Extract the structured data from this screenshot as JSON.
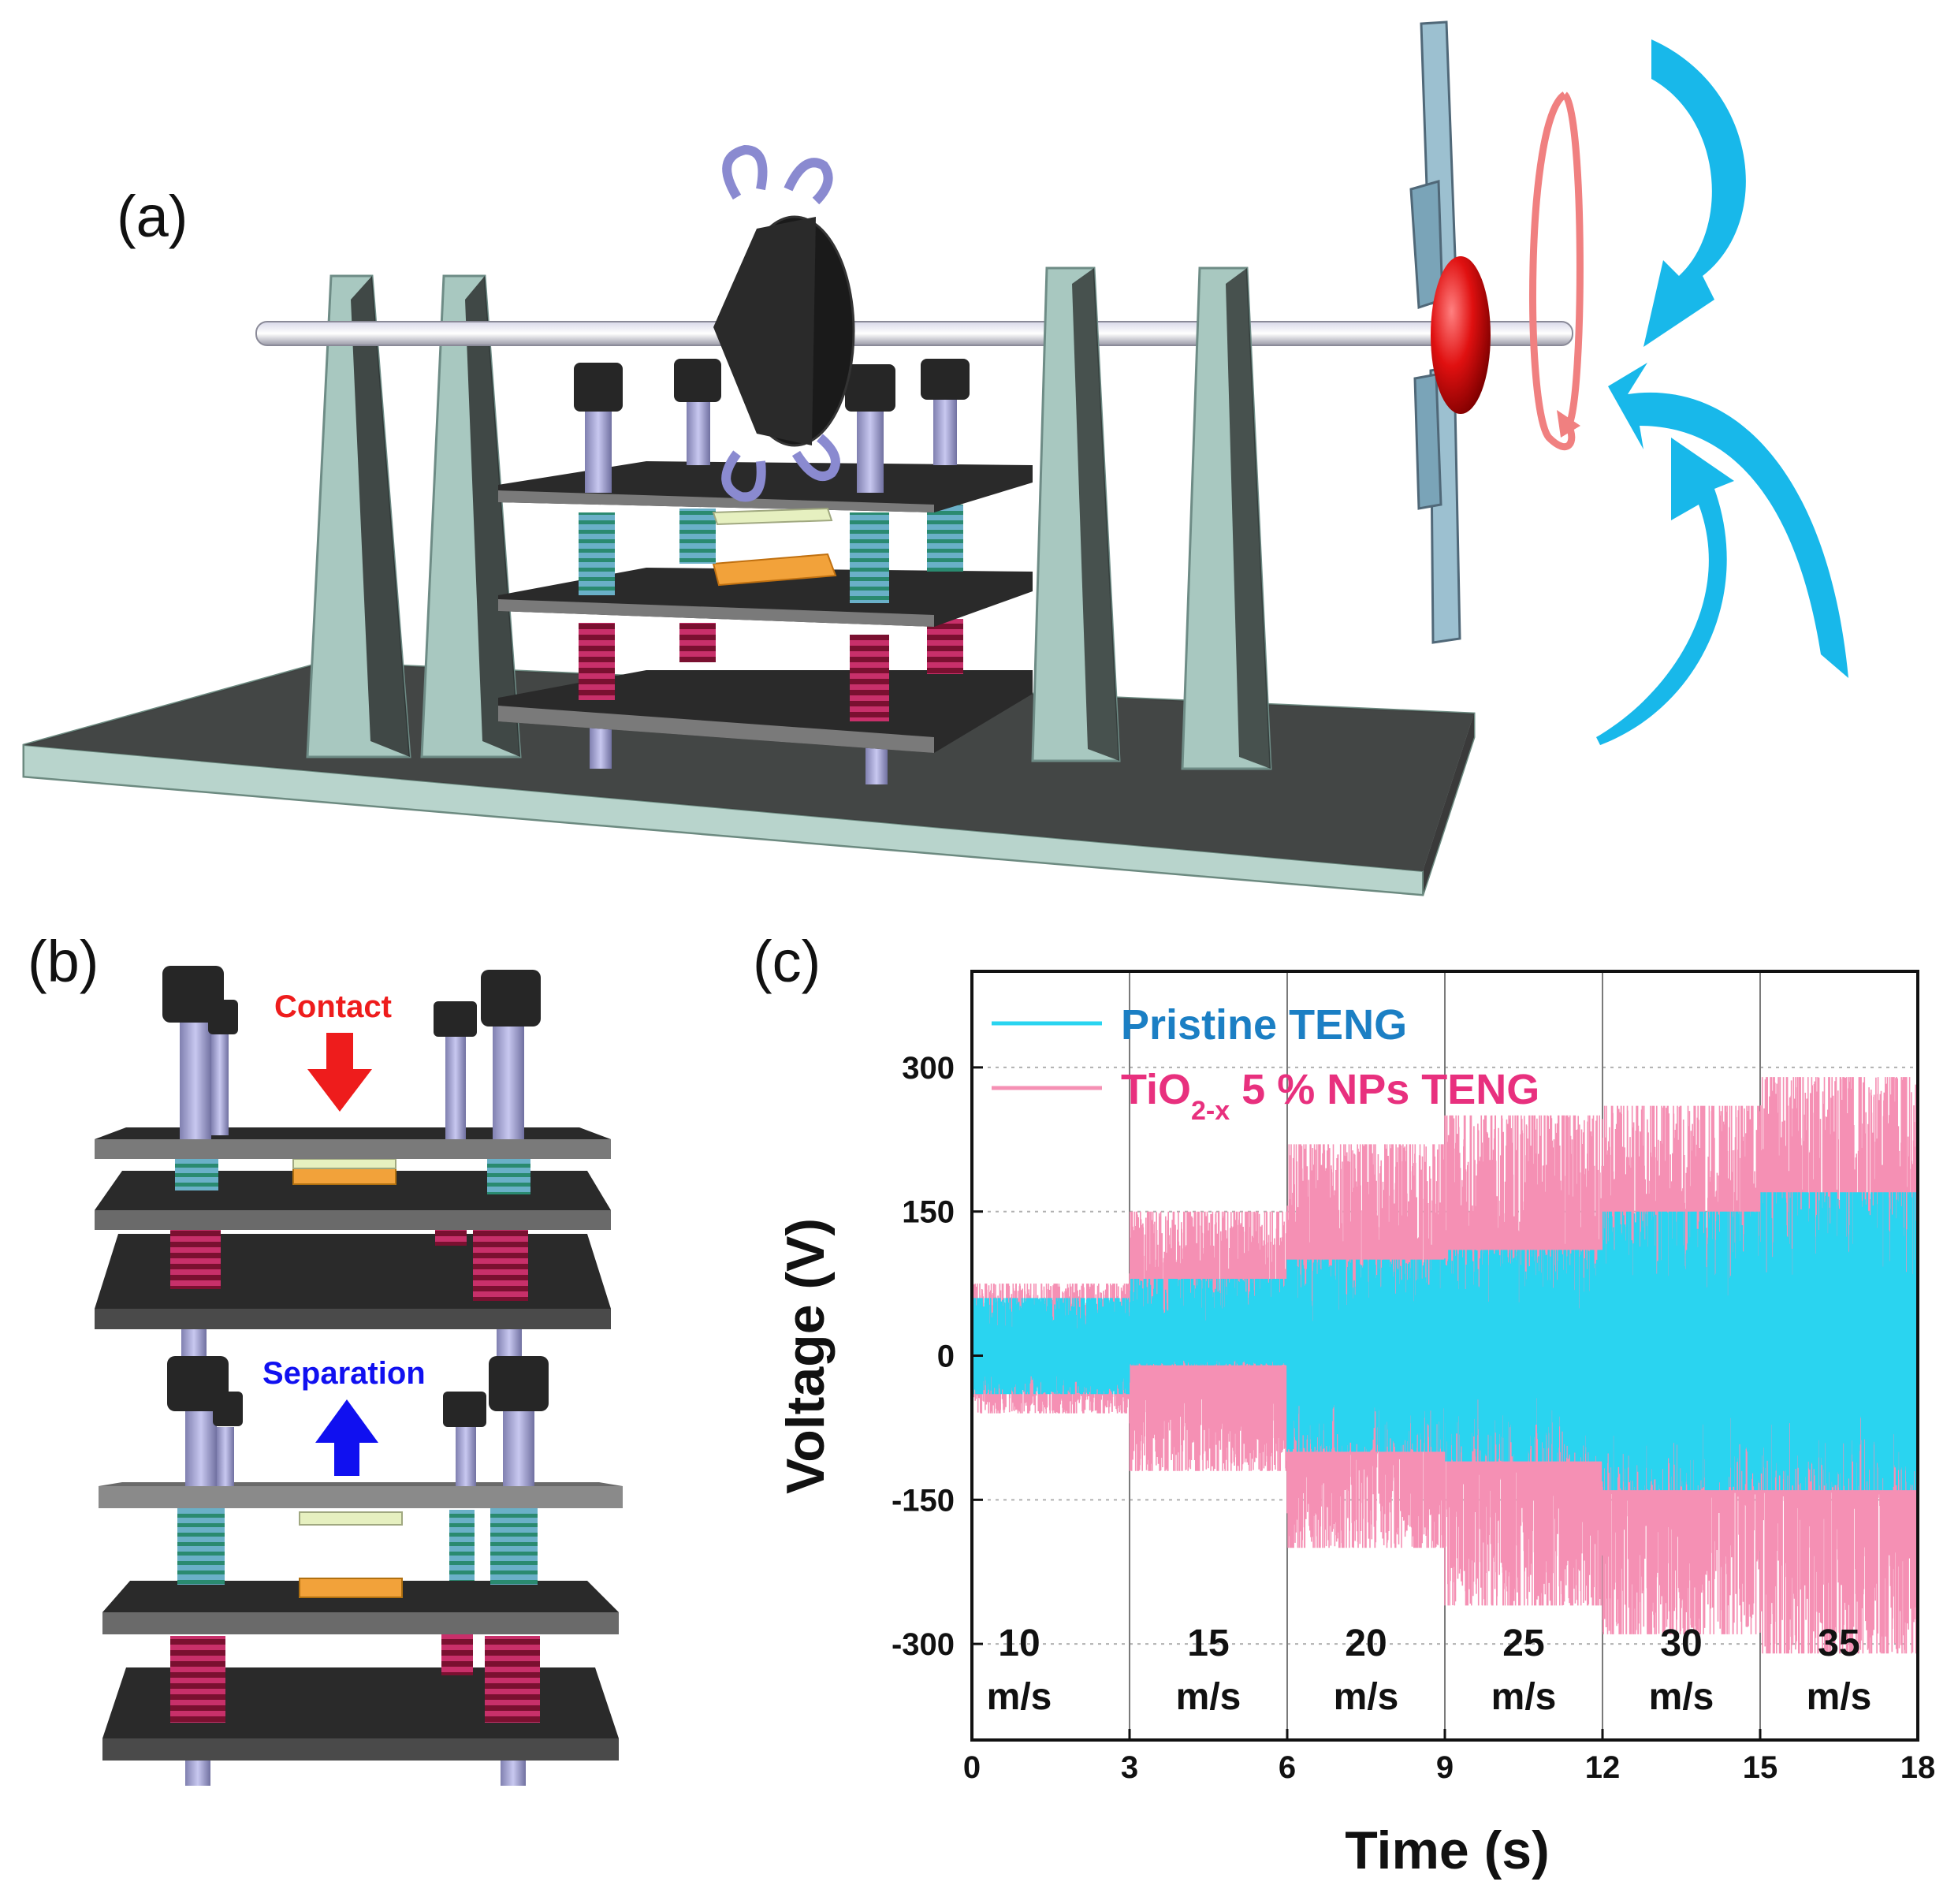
{
  "panels": {
    "a": {
      "label": "(a)"
    },
    "b": {
      "label": "(b)",
      "contact_label": "Contact",
      "separation_label": "Separation"
    },
    "c": {
      "label": "(c)"
    }
  },
  "colors": {
    "pristine": "#2ad4f0",
    "tio2": "#f590b4",
    "pristine_legend_text": "#1b7fc4",
    "tio2_legend_text": "#e8307e",
    "contact_arrow": "#ee1c1c",
    "separation_arrow": "#1010f0",
    "wind_arrow": "#18b8ea",
    "rotation_arrow": "#f08080",
    "hub": "#e01010"
  },
  "icons": [
    "rotation-arrow-icon",
    "wind-arrow-icon",
    "contact-arrow-icon",
    "separation-arrow-icon"
  ],
  "chart_data": {
    "type": "line",
    "xlabel": "Time (s)",
    "ylabel": "Voltage (V)",
    "xlim": [
      0,
      18
    ],
    "ylim": [
      -400,
      400
    ],
    "xticks": [
      0,
      3,
      6,
      9,
      12,
      15,
      18
    ],
    "yticks": [
      -300,
      -150,
      0,
      150,
      300
    ],
    "grid": "dotted horizontal at y ticks; solid vertical separators at 3, 6, 9, 12, 15 s",
    "legend_position": "top-left",
    "legend": [
      {
        "main": "Pristine TENG"
      },
      {
        "prefix": "TiO",
        "subscript": "2-x",
        "suffix": " 5 % NPs TENG"
      }
    ],
    "segments": [
      {
        "speed": "10",
        "unit": "m/s",
        "t_start": 0,
        "t_end": 3,
        "pristine_amp": [
          -40,
          60
        ],
        "tio2_amp": [
          -60,
          75
        ]
      },
      {
        "speed": "15",
        "unit": "m/s",
        "t_start": 3,
        "t_end": 6,
        "pristine_amp": [
          -10,
          80
        ],
        "tio2_amp": [
          -120,
          150
        ]
      },
      {
        "speed": "20",
        "unit": "m/s",
        "t_start": 6,
        "t_end": 9,
        "pristine_amp": [
          -100,
          100
        ],
        "tio2_amp": [
          -200,
          220
        ]
      },
      {
        "speed": "25",
        "unit": "m/s",
        "t_start": 9,
        "t_end": 12,
        "pristine_amp": [
          -110,
          110
        ],
        "tio2_amp": [
          -260,
          250
        ]
      },
      {
        "speed": "30",
        "unit": "m/s",
        "t_start": 12,
        "t_end": 15,
        "pristine_amp": [
          -140,
          150
        ],
        "tio2_amp": [
          -290,
          260
        ]
      },
      {
        "speed": "35",
        "unit": "m/s",
        "t_start": 15,
        "t_end": 18,
        "pristine_amp": [
          -140,
          170
        ],
        "tio2_amp": [
          -310,
          290
        ]
      }
    ]
  }
}
